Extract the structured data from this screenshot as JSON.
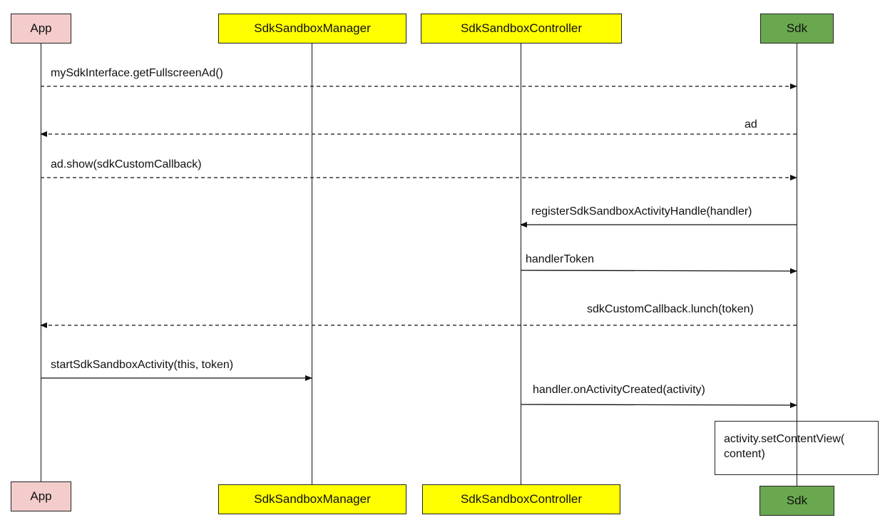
{
  "participants": [
    {
      "id": "app",
      "label": "App",
      "color": "#f4cccc"
    },
    {
      "id": "manager",
      "label": "SdkSandboxManager",
      "color": "#ffff00"
    },
    {
      "id": "controller",
      "label": "SdkSandboxController",
      "color": "#ffff00"
    },
    {
      "id": "sdk",
      "label": "Sdk",
      "color": "#6aa84f"
    }
  ],
  "messages": [
    {
      "id": "m1",
      "label": "mySdkInterface.getFullscreenAd()",
      "from": "app",
      "to": "sdk",
      "style": "dashed"
    },
    {
      "id": "m2",
      "label": "ad",
      "from": "sdk",
      "to": "app",
      "style": "dashed"
    },
    {
      "id": "m3",
      "label": "ad.show(sdkCustomCallback)",
      "from": "app",
      "to": "sdk",
      "style": "dashed"
    },
    {
      "id": "m4",
      "label": "registerSdkSandboxActivityHandle(handler)",
      "from": "sdk",
      "to": "controller",
      "style": "solid"
    },
    {
      "id": "m5",
      "label": "handlerToken",
      "from": "controller",
      "to": "sdk",
      "style": "solid"
    },
    {
      "id": "m6",
      "label": "sdkCustomCallback.lunch(token)",
      "from": "sdk",
      "to": "app",
      "style": "dashed"
    },
    {
      "id": "m7",
      "label": "startSdkSandboxActivity(this, token)",
      "from": "app",
      "to": "manager",
      "style": "solid"
    },
    {
      "id": "m8",
      "label": "handler.onActivityCreated(activity)",
      "from": "controller",
      "to": "sdk",
      "style": "solid"
    }
  ],
  "note": {
    "lines": [
      "activity.setContentView(",
      "content)"
    ]
  }
}
